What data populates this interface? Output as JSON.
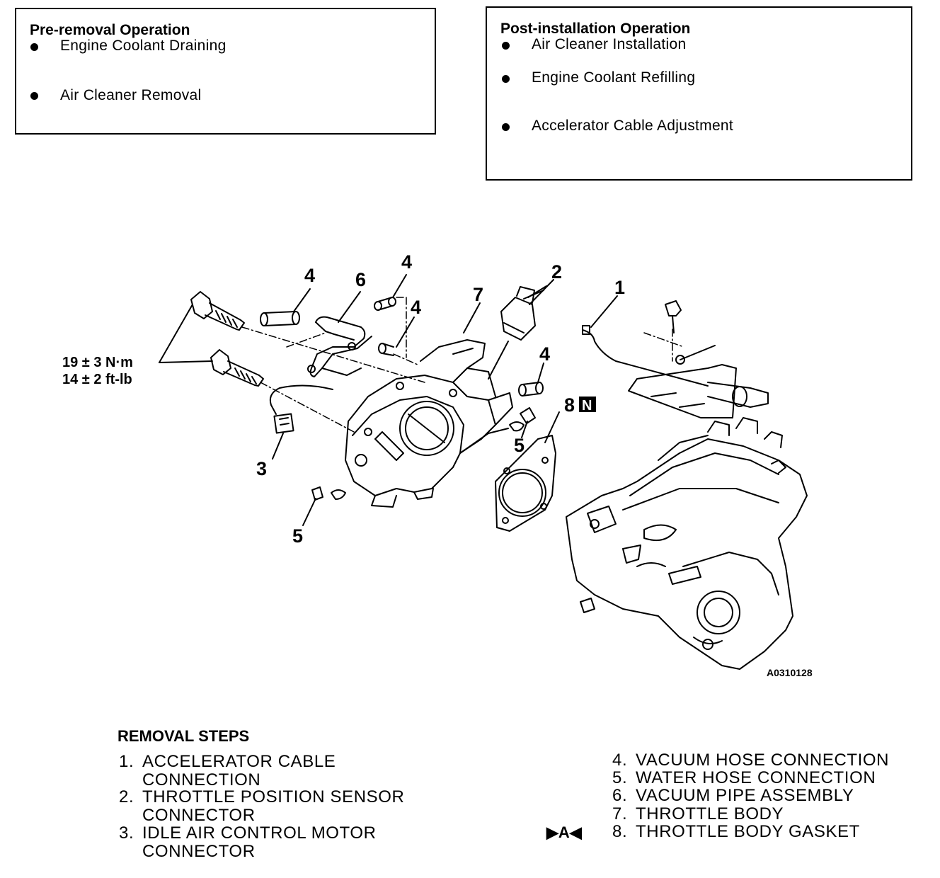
{
  "pre_removal": {
    "title": "Pre-removal Operation",
    "items": [
      "Engine Coolant Draining",
      "Air Cleaner Removal"
    ]
  },
  "post_installation": {
    "title": "Post-installation Operation",
    "items": [
      "Air Cleaner Installation",
      "Engine Coolant Refilling",
      "Accelerator Cable Adjustment"
    ]
  },
  "diagram": {
    "callouts": [
      "1",
      "2",
      "3",
      "4",
      "4",
      "4",
      "4",
      "5",
      "5",
      "6",
      "7",
      "8"
    ],
    "new_part_badge": "N",
    "torque_metric": "19 ± 3 N·m",
    "torque_imperial": "14 ± 2 ft-lb",
    "figure_id": "A0310128"
  },
  "removal_steps": {
    "title": "REMOVAL STEPS",
    "steps": [
      {
        "num": "1.",
        "line1": "ACCELERATOR CABLE",
        "line2": "CONNECTION"
      },
      {
        "num": "2.",
        "line1": "THROTTLE POSITION SENSOR",
        "line2": "CONNECTOR"
      },
      {
        "num": "3.",
        "line1": "IDLE AIR CONTROL MOTOR",
        "line2": "CONNECTOR"
      },
      {
        "num": "4.",
        "line1": "VACUUM HOSE CONNECTION"
      },
      {
        "num": "5.",
        "line1": "WATER HOSE CONNECTION"
      },
      {
        "num": "6.",
        "line1": "VACUUM PIPE ASSEMBLY"
      },
      {
        "num": "7.",
        "line1": "THROTTLE BODY"
      },
      {
        "num": "8.",
        "line1": "THROTTLE BODY GASKET"
      }
    ],
    "marker": "▶A◀"
  }
}
